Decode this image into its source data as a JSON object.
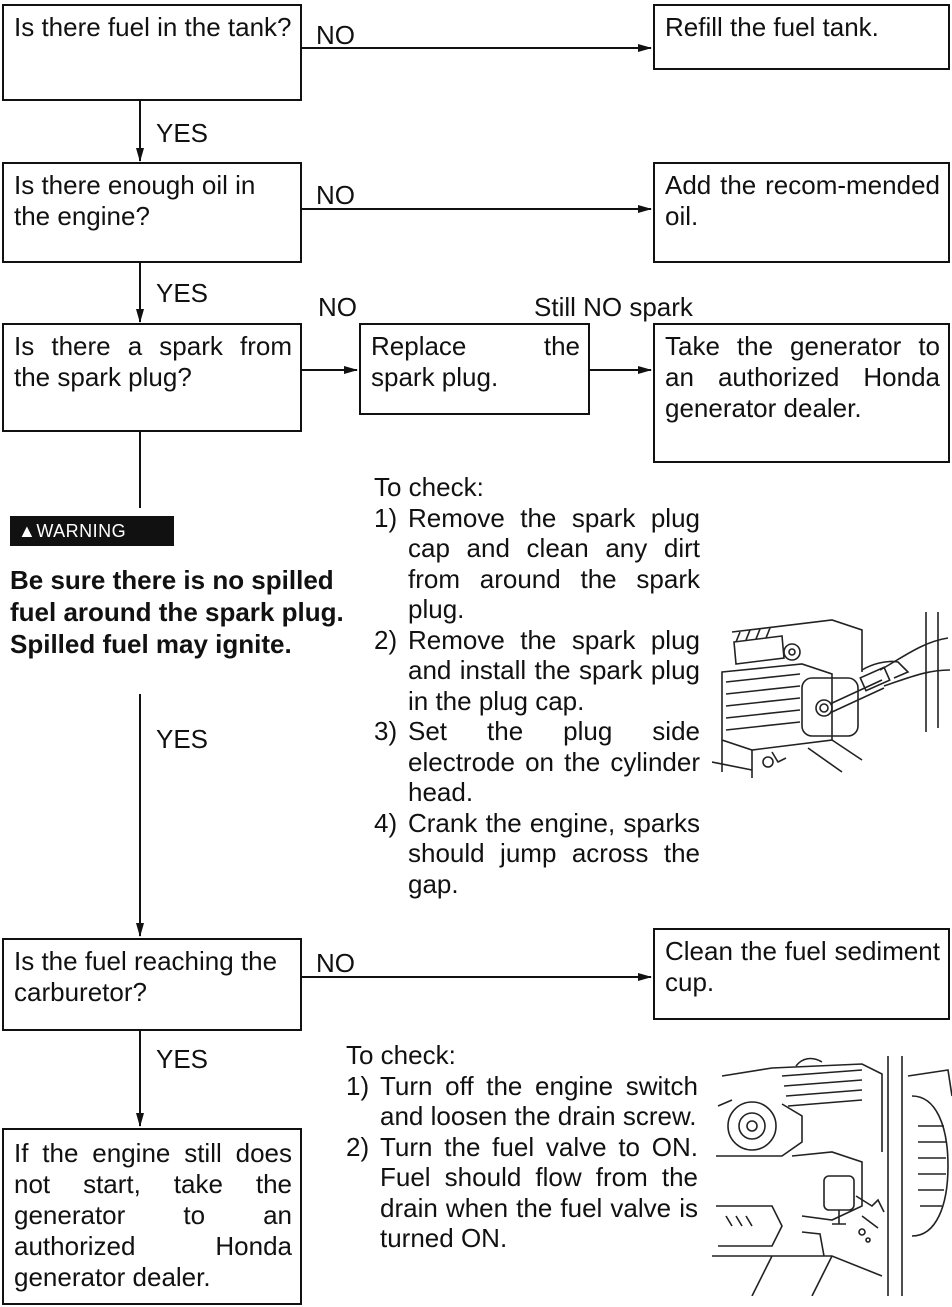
{
  "boxes": {
    "fuel_question": "Is there fuel in the tank?",
    "refill": "Refill the fuel tank.",
    "oil_question": "Is there enough oil in the engine?",
    "add_oil": "Add the recom-mended oil.",
    "spark_question": "Is there a spark from the spark plug?",
    "replace_plug": "Replace the spark plug.",
    "take_dealer": "Take the generator to an authorized Honda generator dealer.",
    "carb_question": "Is the fuel reaching the carburetor?",
    "clean_cup": "Clean the fuel sediment cup.",
    "final": "If the engine still does not start, take the generator to an authorized Honda generator dealer."
  },
  "labels": {
    "no_1": "NO",
    "yes_1": "YES",
    "no_2": "NO",
    "yes_2": "YES",
    "no_3": "NO",
    "still_no_spark": "Still NO spark",
    "yes_3": "YES",
    "no_4": "NO",
    "yes_4": "YES"
  },
  "warning": {
    "badge": "▲WARNING",
    "text": "Be sure there is no spilled fuel around the spark plug. Spilled fuel may ignite."
  },
  "spark_check": {
    "heading": "To check:",
    "steps": [
      {
        "num": "1)",
        "text": "Remove the spark plug cap and clean any dirt from around the spark plug."
      },
      {
        "num": "2)",
        "text": "Remove the spark plug and install the spark plug in the plug cap."
      },
      {
        "num": "3)",
        "text": "Set the plug side electrode on the cylinder head."
      },
      {
        "num": "4)",
        "text": "Crank the engine, sparks should jump across the gap."
      }
    ]
  },
  "fuel_check": {
    "heading": "To check:",
    "steps": [
      {
        "num": "1)",
        "text": "Turn off the engine switch and loosen the drain screw."
      },
      {
        "num": "2)",
        "text": "Turn the fuel valve to ON. Fuel should flow from the drain when the fuel valve is turned ON."
      }
    ]
  },
  "illustrations": {
    "spark_plug": "spark-plug-engine-illustration",
    "fuel_drain": "fuel-drain-engine-illustration"
  },
  "colors": {
    "ink": "#111111",
    "paper": "#ffffff"
  }
}
